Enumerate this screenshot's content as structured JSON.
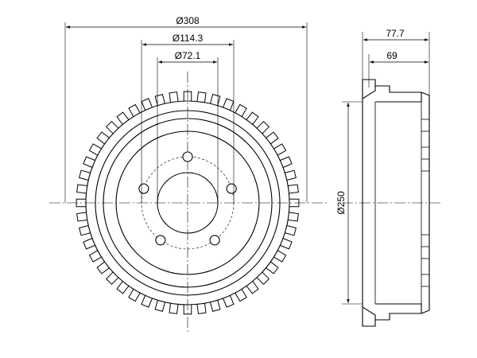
{
  "dimensions": {
    "outer_diameter": "Ø308",
    "bolt_circle_diameter": "Ø114.3",
    "center_bore_diameter": "Ø72.1",
    "total_height": "77.7",
    "inner_height": "69",
    "inner_diameter": "Ø250"
  },
  "front_view": {
    "tooth_count": 48,
    "bolt_hole_count": 5
  },
  "colors": {
    "line": "#000000",
    "background": "#ffffff"
  }
}
